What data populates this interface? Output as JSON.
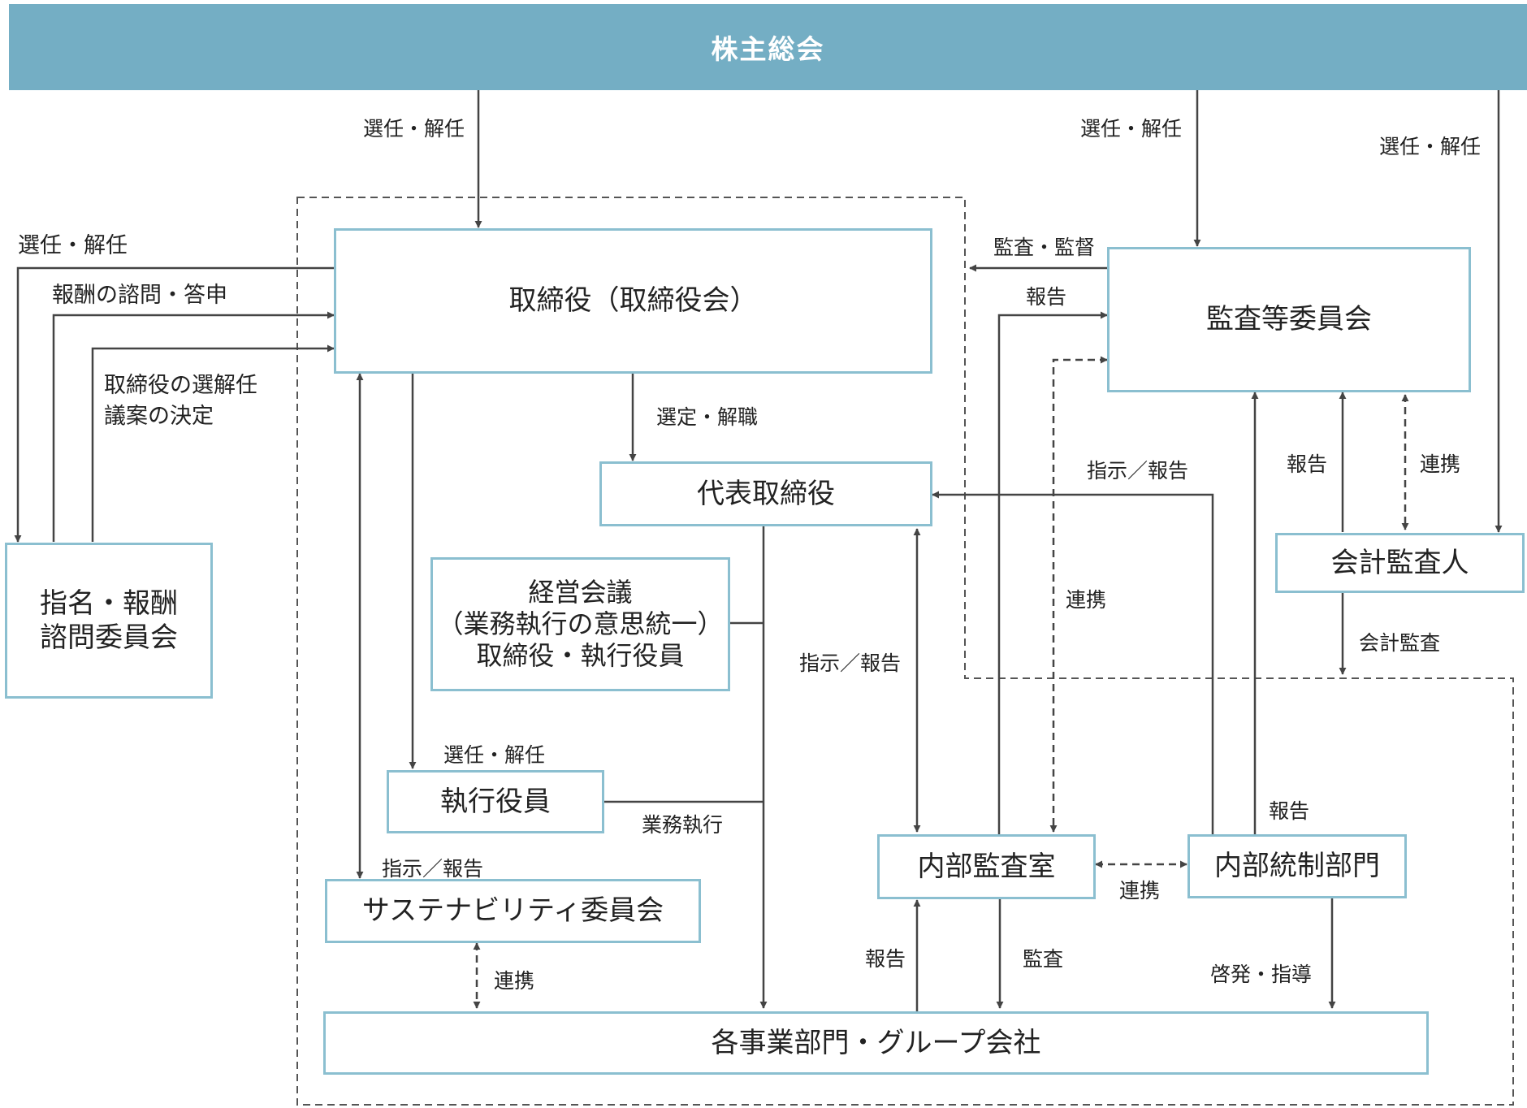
{
  "header": {
    "title": "株主総会"
  },
  "boxes": {
    "board": "取締役（取締役会）",
    "audit_committee": "監査等委員会",
    "representative": "代表取締役",
    "accounting_auditor": "会計監査人",
    "nomination": {
      "line1": "指名・報酬",
      "line2": "諮問委員会"
    },
    "management_meeting": {
      "line1": "経営会議",
      "line2": "（業務執行の意思統一）",
      "line3": "取締役・執行役員"
    },
    "executive_officers": "執行役員",
    "sustainability": "サステナビリティ委員会",
    "internal_audit": "内部監査室",
    "internal_control": "内部統制部門",
    "business_units": "各事業部門・グループ会社"
  },
  "labels": {
    "appoint_board": "選任・解任",
    "appoint_audit": "選任・解任",
    "appoint_accounting": "選任・解任",
    "appoint_nomination": "選任・解任",
    "remuneration_consult": "報酬の諮問・答申",
    "director_proposal_1": "取締役の選解任",
    "director_proposal_2": "議案の決定",
    "audit_supervise": "監査・監督",
    "report_to_audit": "報告",
    "select_dismiss": "選定・解職",
    "instruct_report_control": "指示／報告",
    "report_accounting": "報告",
    "coop_accounting": "連携",
    "coop_internal_audit": "連携",
    "accounting_audit": "会計監査",
    "instruct_report_rep": "指示／報告",
    "appoint_exec": "選任・解任",
    "business_exec": "業務執行",
    "report_control_up": "報告",
    "instruct_report_sust": "指示／報告",
    "coop_audit_control": "連携",
    "coop_sust": "連携",
    "report_bu": "報告",
    "audit_bu": "監査",
    "guidance": "啓発・指導"
  },
  "colors": {
    "header": "#74aec4",
    "box_border": "#8bbfd0",
    "line": "#444444"
  }
}
